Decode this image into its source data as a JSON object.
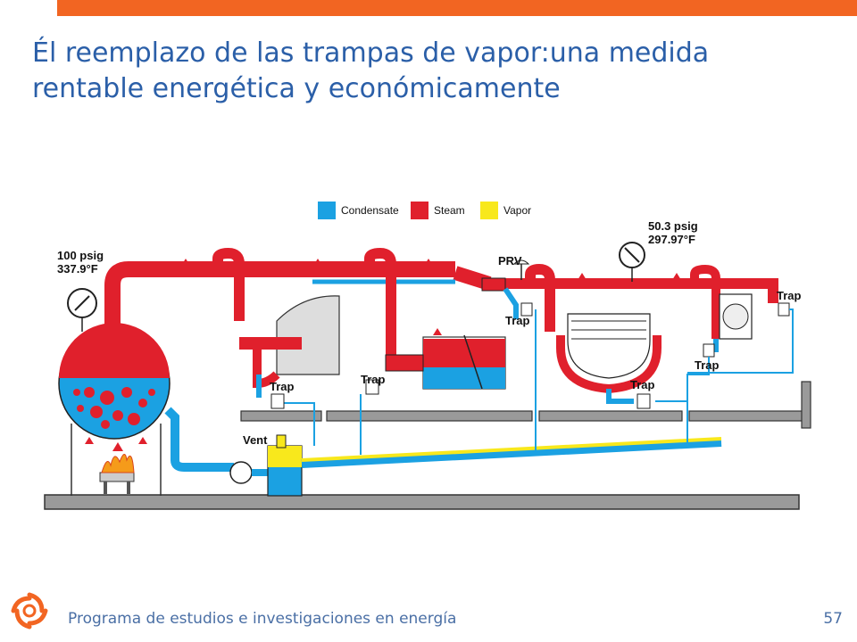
{
  "slide": {
    "title_line1": "Él reemplazo de las trampas de vapor:una medida",
    "title_line2": "rentable energética y económicamente",
    "footer": "Programa de estudios e investigaciones en energía",
    "page_number": "57"
  },
  "diagram": {
    "legend": [
      {
        "label": "Condensate",
        "color": "#1ba1e2"
      },
      {
        "label": "Steam",
        "color": "#e0202c"
      },
      {
        "label": "Vapor",
        "color": "#f8e81c"
      }
    ],
    "boiler_pressure": "100 psig",
    "boiler_temp": "337.9°F",
    "prv_pressure": "50.3 psig",
    "prv_temp": "297.97°F",
    "prv_label": "PRV",
    "vent_label": "Vent",
    "trap_label": "Trap"
  },
  "colors": {
    "accent": "#f26522",
    "title": "#2b5fa8",
    "steam": "#e0202c",
    "condensate": "#1ba1e2",
    "vapor": "#f8e81c"
  }
}
